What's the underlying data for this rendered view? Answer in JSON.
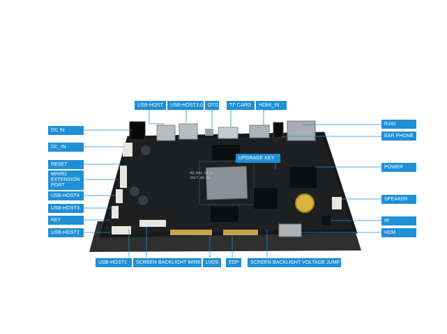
{
  "labels": {
    "dc_in_1": "DC IN",
    "dc_in_2": "DC_IN",
    "reset": "RESET",
    "mini51_line1": "MINI51",
    "mini51_line2": "EXTENSION",
    "mini51_line3": "PORT",
    "usb_host4": "USB-HOST4",
    "usb_host3": "USB-HOST3",
    "key": "KEY",
    "usb_host2": "USB-HOST2",
    "usb_host": "USB-HOST",
    "usb_host30": "USB-HOST3.0",
    "otg": "OTG",
    "tf_card": "TF CARD",
    "hdmi_in": "HDMI_IN",
    "rj45": "RJ45",
    "ear_phone": "EAR PHONE",
    "upgrade_key": "UPGRADE KEY",
    "power": "POWER",
    "speaker": "SPEAKER",
    "ir": "IR",
    "hdm": "HDM",
    "usb_host1": "USB-HOST1",
    "screen_backlight_wire": "SCREEN BACKLIGHT WIRE",
    "lvds": "LVDS",
    "edp": "EDP",
    "screen_backlight_voltage_jump": "SCREEN BACKLIGHT VOLTAGE JUMP"
  },
  "board_silkscreen": {
    "line1": "AD_K01_V1.0",
    "line2": "2017.05.18"
  },
  "colors": {
    "label_bg": "#1f8fd6",
    "label_text": "#ffffff",
    "board": "#16181a",
    "leader_line": "#1f8fd6"
  }
}
